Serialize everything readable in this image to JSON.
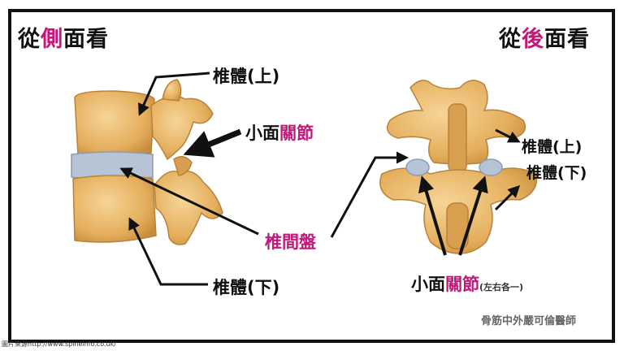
{
  "title_side": {
    "pre": "從",
    "hl": "側",
    "post": "面看"
  },
  "title_back": {
    "pre": "從",
    "hl": "後",
    "post": "面看"
  },
  "left_labels": {
    "vb_upper": "椎體(上)",
    "facet_pre": "小面",
    "facet_hl": "關節",
    "disc": "椎間盤",
    "vb_lower": "椎體(下)"
  },
  "right_labels": {
    "vb_upper": "椎體(上)",
    "vb_lower": "椎體(下)",
    "facet_pre": "小面",
    "facet_hl": "關節",
    "facet_note": "(左右各一)"
  },
  "credit": "骨筋中外嚴可倫醫師",
  "source": "圖片來源http://www.spineinfo.co.uk/",
  "colors": {
    "accent": "#c2187a",
    "bone": "#e7b56a",
    "disc": "#b7c4d6"
  }
}
